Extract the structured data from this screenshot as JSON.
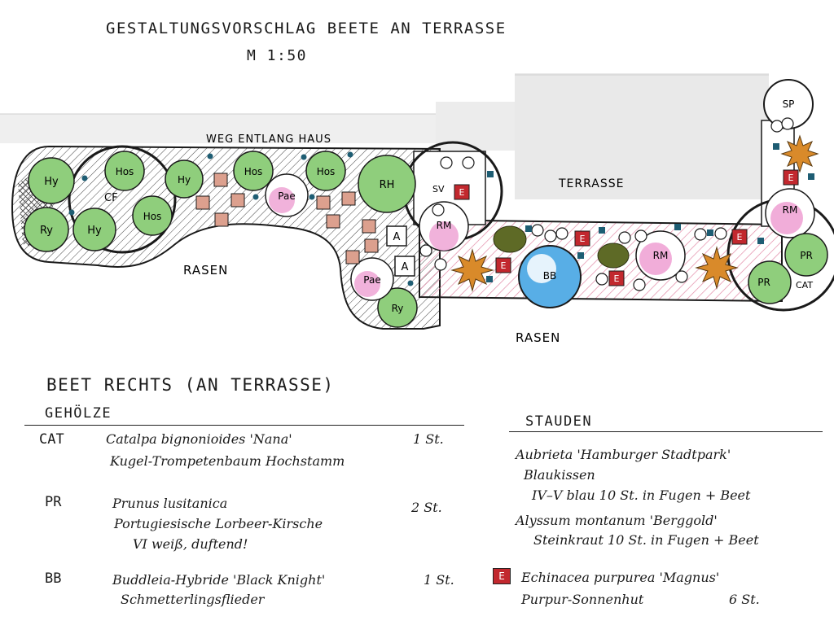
{
  "plan": {
    "title": "GESTALTUNGSVORSCHLAG BEETE AN TERRASSE",
    "scale": "M 1:50",
    "labels": {
      "weg": "WEG ENTLANG HAUS",
      "terrasse": "TERRASSE",
      "rasen_left": "RASEN",
      "rasen_right": "RASEN"
    },
    "plants": {
      "hy": "Hy",
      "ry": "Ry",
      "cf": "CF",
      "hos": "Hos",
      "pae": "Pae",
      "rh": "RH",
      "sv": "SV",
      "rm": "RM",
      "bb": "BB",
      "sp": "SP",
      "pr": "PR",
      "cat": "CAT",
      "a": "A",
      "e": "E"
    }
  },
  "legend": {
    "heading": "BEET RECHTS (AN TERRASSE)",
    "gehoelze_heading": "GEHÖLZE",
    "stauden_heading": "STAUDEN",
    "gehoelze": [
      {
        "code": "CAT",
        "line1": "Catalpa bignonioides 'Nana'",
        "line2": "Kugel-Trompetenbaum Hochstamm",
        "line3": "",
        "qty": "1 St."
      },
      {
        "code": "PR",
        "line1": "Prunus lusitanica",
        "line2": "Portugiesische Lorbeer-Kirsche",
        "line3": "VI weiß, duftend!",
        "qty": "2 St."
      },
      {
        "code": "BB",
        "line1": "Buddleia-Hybride 'Black Knight'",
        "line2": "Schmetterlingsflieder",
        "line3": "",
        "qty": "1 St."
      }
    ],
    "stauden": [
      {
        "line1": "Aubrieta 'Hamburger Stadtpark'",
        "line2": "Blaukissen",
        "line3": "IV–V blau   10 St. in Fugen + Beet"
      },
      {
        "line1": "Alyssum montanum 'Berggold'",
        "line2": "Steinkraut   10 St. in Fugen + Beet"
      },
      {
        "marker": "E",
        "line1": "Echinacea purpurea 'Magnus'",
        "line2": "Purpur-Sonnenhut",
        "qty": "6 St."
      }
    ]
  },
  "colors": {
    "tree_green": "#8fce7c",
    "pink": "#ee9fd2",
    "blue": "#58aee6",
    "echinacea_red": "#c2282e",
    "paver": "#dca08e",
    "star_orange": "#d98a2a",
    "dark_shrub": "#5e6a26",
    "terrace_grey": "#e9e9e9",
    "teal_square": "#1e5d73"
  }
}
